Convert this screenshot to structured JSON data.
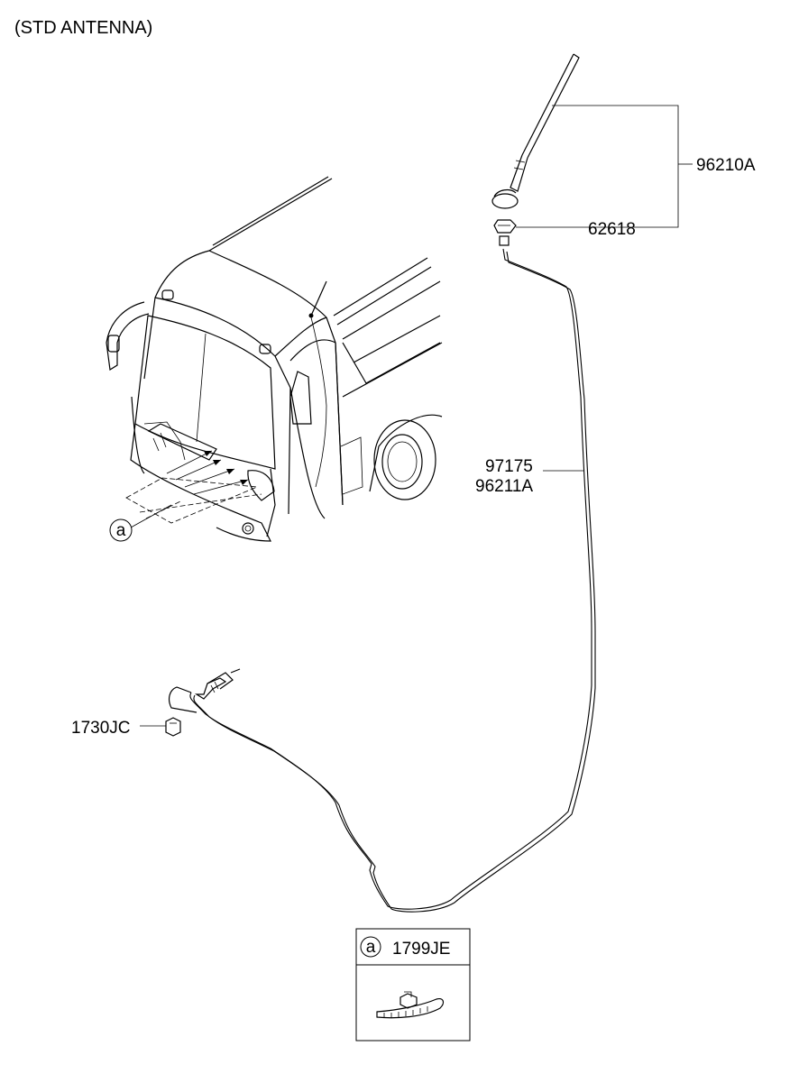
{
  "header": {
    "title": "(STD ANTENNA)"
  },
  "parts": {
    "antenna_assy": "96210A",
    "nut": "62618",
    "cable_line1": "97175",
    "cable_line2": "96211A",
    "grommet": "1730JC"
  },
  "callout": {
    "marker": "a",
    "part": "1799JE"
  },
  "icons": [
    "vehicle-illustration",
    "antenna-mast-icon",
    "antenna-nut-icon",
    "feeder-cable",
    "cable-connector-icon",
    "grommet-icon",
    "cable-tie-icon"
  ]
}
